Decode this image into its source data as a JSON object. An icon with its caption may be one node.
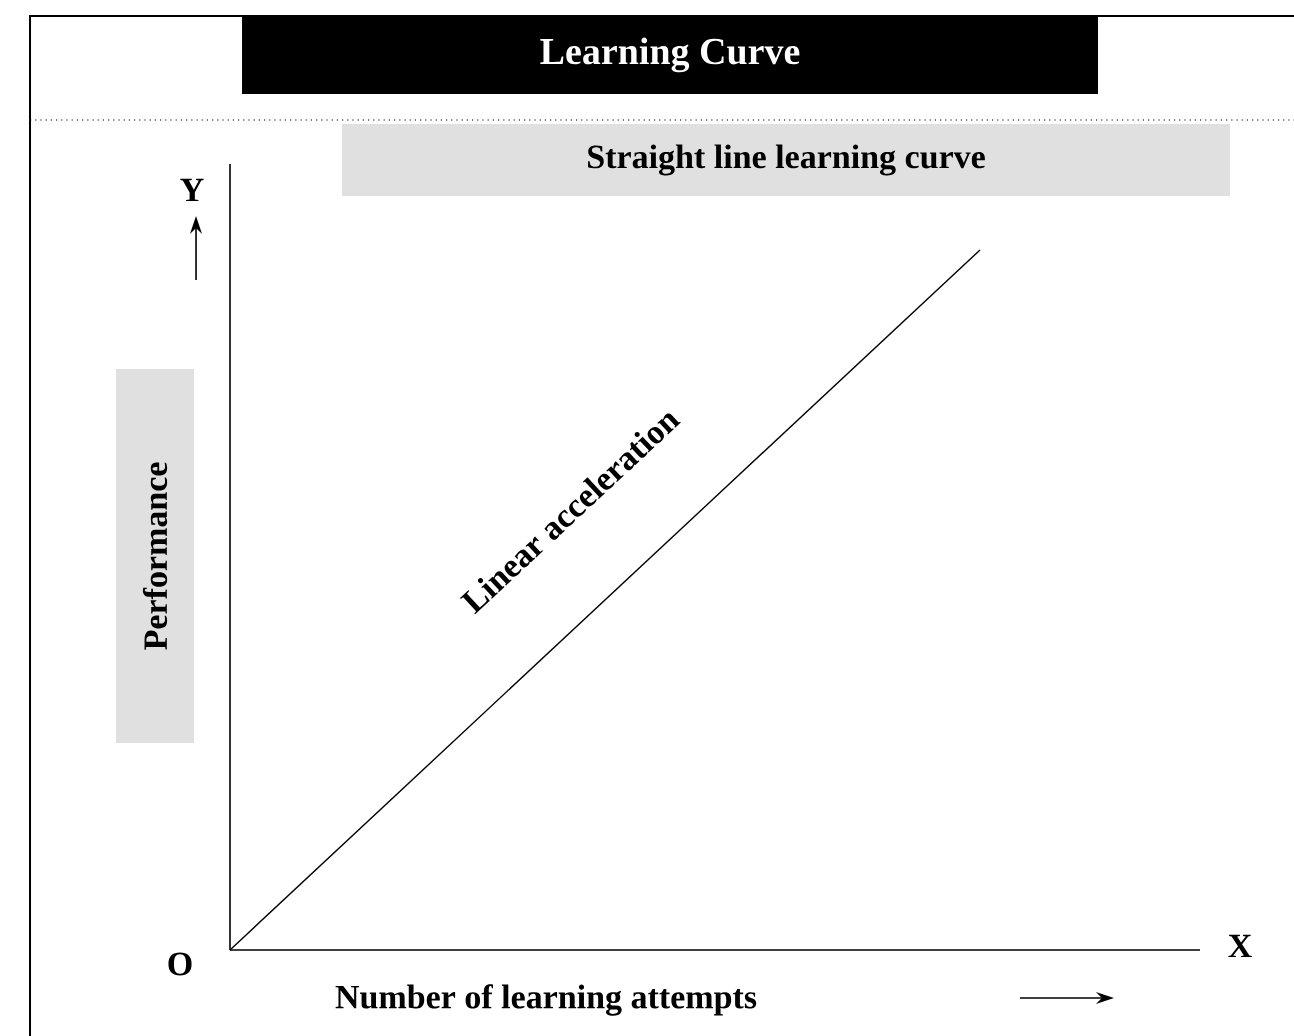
{
  "diagram": {
    "title": "Learning Curve",
    "nodes": [
      {
        "text": [
          "Straight line learning curve"
        ]
      },
      {
        "text": [
          "Performance"
        ]
      }
    ],
    "labels": [
      "Y",
      "Linear acceleration",
      "O",
      "X",
      "Number of learning attempts"
    ]
  }
}
